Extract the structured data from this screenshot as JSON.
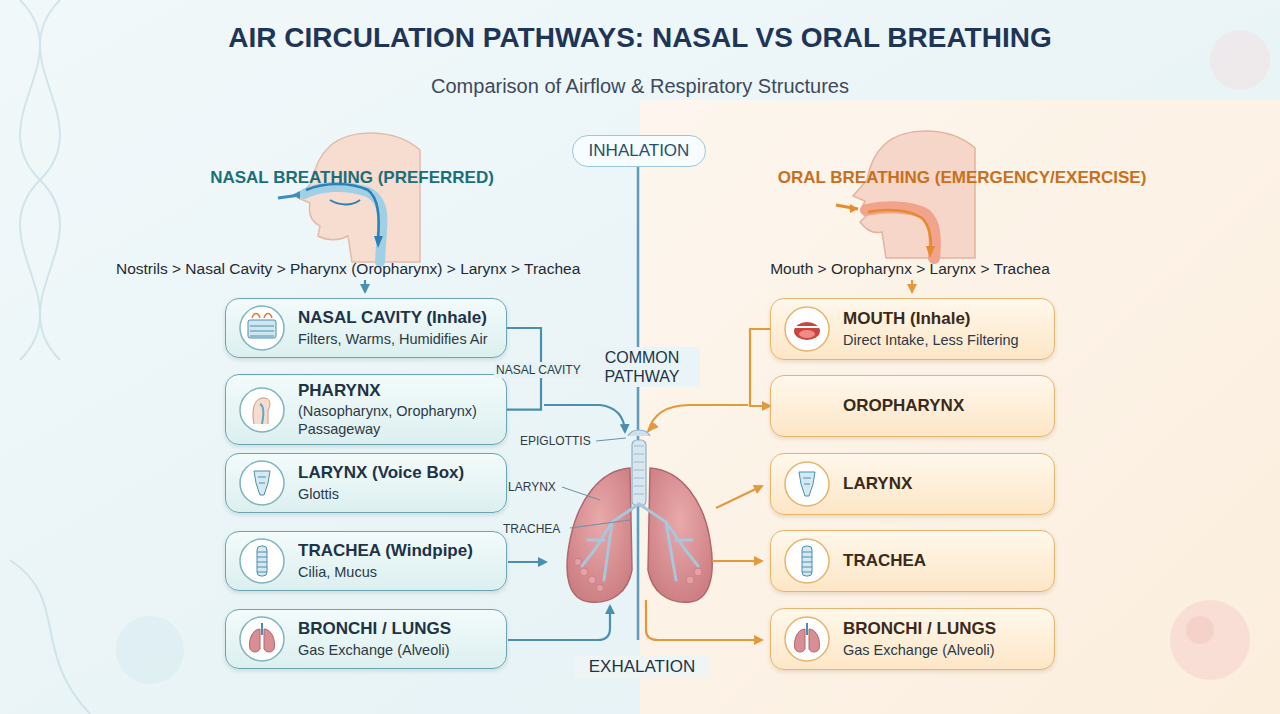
{
  "diagram": {
    "title": "AIR CIRCULATION PATHWAYS: NASAL VS ORAL BREATHING",
    "nodes": [
      {
        "text": [
          "INHALATION"
        ]
      },
      {
        "text": [
          "NASAL CAVITY (Inhale)",
          "Filters, Warms, Humidifies Air"
        ]
      },
      {
        "text": [
          "PHARYNX",
          "(Nasopharynx, Oropharynx) Passageway"
        ]
      },
      {
        "text": [
          "LARYNX (Voice Box)",
          "Glottis"
        ]
      },
      {
        "text": [
          "TRACHEA (Windpipe)",
          "Cilia, Mucus"
        ]
      },
      {
        "text": [
          "BRONCHI / LUNGS",
          "Gas Exchange (Alveoli)"
        ]
      },
      {
        "text": [
          "MOUTH (Inhale)",
          "Direct Intake, Less Filtering"
        ]
      },
      {
        "text": [
          "OROPHARYNX"
        ]
      },
      {
        "text": [
          "LARYNX"
        ]
      },
      {
        "text": [
          "TRACHEA"
        ]
      },
      {
        "text": [
          "BRONCHI / LUNGS",
          "Gas Exchange (Alveoli)"
        ]
      }
    ],
    "edges": [
      {
        "from": 1,
        "to": 2,
        "arrow": "none"
      },
      {
        "from": 6,
        "to": 7,
        "arrow": "to"
      }
    ],
    "labels": [
      "Comparison of Airflow & Respiratory Structures",
      "NASAL BREATHING (PREFERRED)",
      "ORAL BREATHING (EMERGENCY/EXERCISE)",
      "Nostrils > Nasal Cavity > Pharynx (Oropharynx) > Larynx > Trachea",
      "Mouth > Oropharynx > Larynx > Trachea",
      "NASAL CAVITY",
      "COMMON PATHWAY",
      "EPIGLOTTIS",
      "LARYNX",
      "TRACHEA",
      "EXHALATION"
    ]
  }
}
